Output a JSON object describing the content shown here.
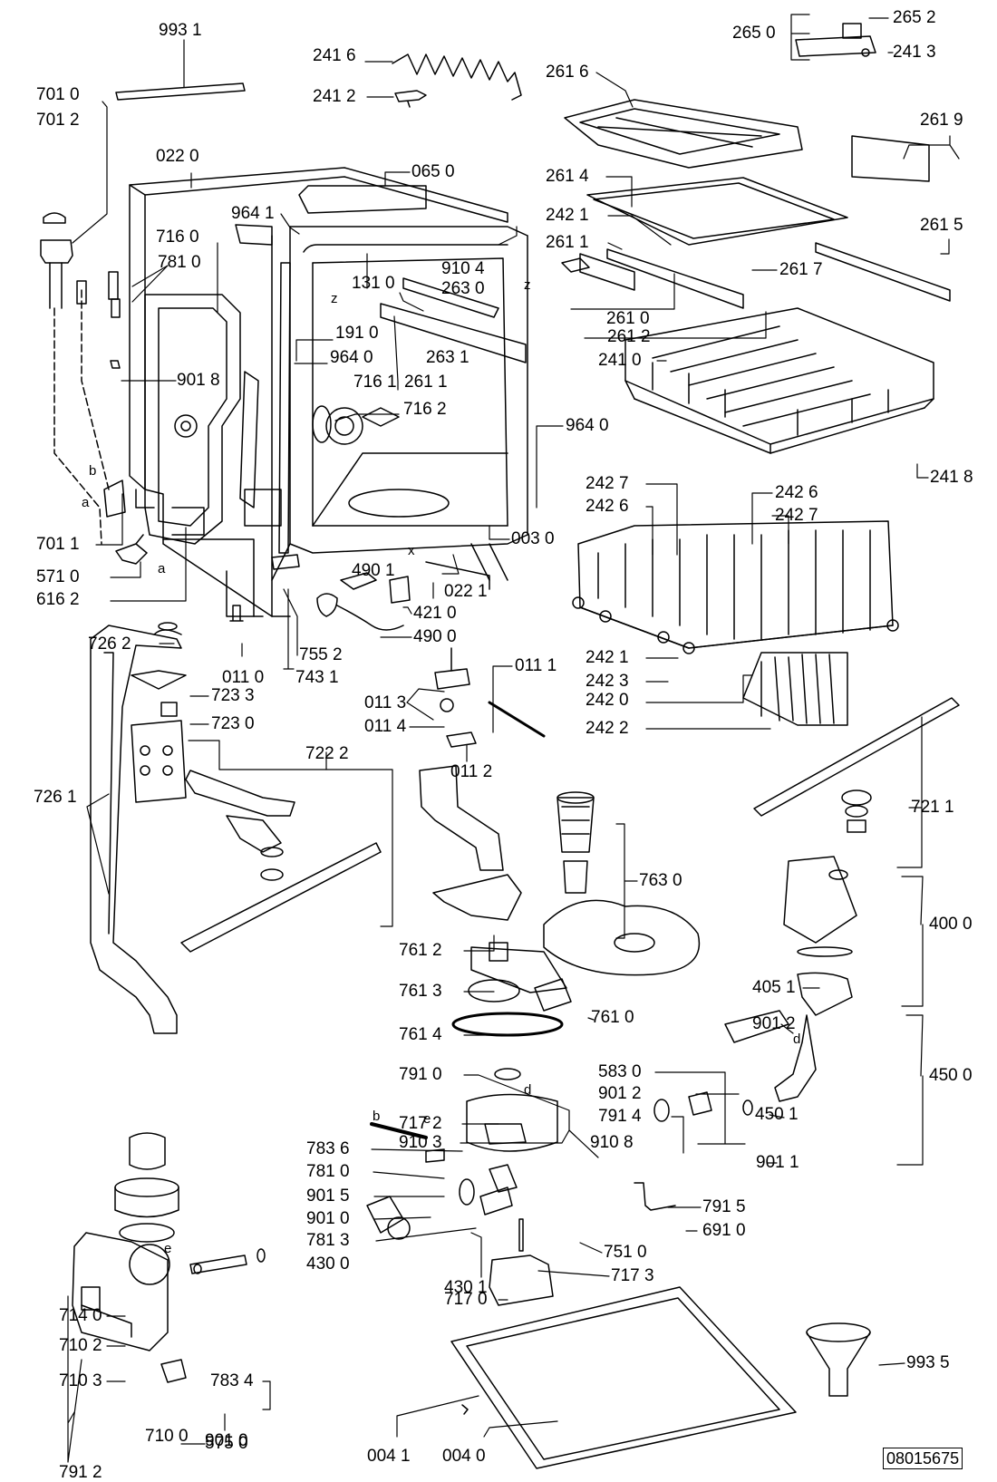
{
  "document_number": "08015675",
  "part_labels": [
    {
      "id": "l9931",
      "text": "993 1"
    },
    {
      "id": "l2416",
      "text": "241 6"
    },
    {
      "id": "l2412",
      "text": "241 2"
    },
    {
      "id": "l7010",
      "text": "701 0"
    },
    {
      "id": "l7012",
      "text": "701 2"
    },
    {
      "id": "l0220",
      "text": "022 0"
    },
    {
      "id": "l0650",
      "text": "065 0"
    },
    {
      "id": "l9641",
      "text": "964 1"
    },
    {
      "id": "l7160",
      "text": "716 0"
    },
    {
      "id": "l7810a",
      "text": "781 0"
    },
    {
      "id": "l1310",
      "text": "131 0"
    },
    {
      "id": "l9104",
      "text": "910 4"
    },
    {
      "id": "l2630",
      "text": "263 0"
    },
    {
      "id": "l1910",
      "text": "191 0"
    },
    {
      "id": "l9640a",
      "text": "964 0"
    },
    {
      "id": "l9018",
      "text": "901 8"
    },
    {
      "id": "l2631",
      "text": "263 1"
    },
    {
      "id": "l7161",
      "text": "716 1"
    },
    {
      "id": "l2611b",
      "text": "261 1"
    },
    {
      "id": "l7162",
      "text": "716 2"
    },
    {
      "id": "l9640b",
      "text": "964 0"
    },
    {
      "id": "l7011",
      "text": "701 1"
    },
    {
      "id": "l5710",
      "text": "571 0"
    },
    {
      "id": "l6162",
      "text": "616 2"
    },
    {
      "id": "l0030",
      "text": "003 0"
    },
    {
      "id": "l4901",
      "text": "490 1"
    },
    {
      "id": "l0221",
      "text": "022 1"
    },
    {
      "id": "l4210",
      "text": "421 0"
    },
    {
      "id": "l4900",
      "text": "490 0"
    },
    {
      "id": "l7552",
      "text": "755 2"
    },
    {
      "id": "l7431",
      "text": "743 1"
    },
    {
      "id": "l0110",
      "text": "011 0"
    },
    {
      "id": "l7262",
      "text": "726 2"
    },
    {
      "id": "l7233",
      "text": "723 3"
    },
    {
      "id": "l7230",
      "text": "723 0"
    },
    {
      "id": "l0111",
      "text": "011 1"
    },
    {
      "id": "l0113",
      "text": "011 3"
    },
    {
      "id": "l0114",
      "text": "011 4"
    },
    {
      "id": "l0112",
      "text": "011 2"
    },
    {
      "id": "l7222",
      "text": "722 2"
    },
    {
      "id": "l7261",
      "text": "726 1"
    },
    {
      "id": "l2650",
      "text": "265 0"
    },
    {
      "id": "l2652",
      "text": "265 2"
    },
    {
      "id": "l2413",
      "text": "241 3"
    },
    {
      "id": "l2616",
      "text": "261 6"
    },
    {
      "id": "l2619",
      "text": "261 9"
    },
    {
      "id": "l2614",
      "text": "261 4"
    },
    {
      "id": "l2421a",
      "text": "242 1"
    },
    {
      "id": "l2611a",
      "text": "261 1"
    },
    {
      "id": "l2615",
      "text": "261 5"
    },
    {
      "id": "l2617",
      "text": "261 7"
    },
    {
      "id": "l2610",
      "text": "261 0"
    },
    {
      "id": "l2612",
      "text": "261 2"
    },
    {
      "id": "l2410",
      "text": "241 0"
    },
    {
      "id": "l2418",
      "text": "241 8"
    },
    {
      "id": "l2427a",
      "text": "242 7"
    },
    {
      "id": "l2426a",
      "text": "242 6"
    },
    {
      "id": "l2426b",
      "text": "242 6"
    },
    {
      "id": "l2427b",
      "text": "242 7"
    },
    {
      "id": "l2421b",
      "text": "242 1"
    },
    {
      "id": "l2423",
      "text": "242 3"
    },
    {
      "id": "l2420",
      "text": "242 0"
    },
    {
      "id": "l2422",
      "text": "242 2"
    },
    {
      "id": "l7211",
      "text": "721 1"
    },
    {
      "id": "l7630",
      "text": "763 0"
    },
    {
      "id": "l4000",
      "text": "400 0"
    },
    {
      "id": "l7612",
      "text": "761 2"
    },
    {
      "id": "l7613",
      "text": "761 3"
    },
    {
      "id": "l7610",
      "text": "761 0"
    },
    {
      "id": "l4051",
      "text": "405 1"
    },
    {
      "id": "l7614",
      "text": "761 4"
    },
    {
      "id": "l9012a",
      "text": "901 2"
    },
    {
      "id": "l4500",
      "text": "450 0"
    },
    {
      "id": "l7910",
      "text": "791 0"
    },
    {
      "id": "l5830",
      "text": "583 0"
    },
    {
      "id": "l9012b",
      "text": "901 2"
    },
    {
      "id": "l4501",
      "text": "450 1"
    },
    {
      "id": "l7914",
      "text": "791 4"
    },
    {
      "id": "l7172",
      "text": "717 2"
    },
    {
      "id": "l9103",
      "text": "910 3"
    },
    {
      "id": "l9108",
      "text": "910 8"
    },
    {
      "id": "l7836",
      "text": "783 6"
    },
    {
      "id": "l7810b",
      "text": "781 0"
    },
    {
      "id": "l9011",
      "text": "901 1"
    },
    {
      "id": "l9015",
      "text": "901 5"
    },
    {
      "id": "l9010a",
      "text": "901 0"
    },
    {
      "id": "l7915",
      "text": "791 5"
    },
    {
      "id": "l6910",
      "text": "691 0"
    },
    {
      "id": "l7813",
      "text": "781 3"
    },
    {
      "id": "l7510",
      "text": "751 0"
    },
    {
      "id": "l4300",
      "text": "430 0"
    },
    {
      "id": "l7173",
      "text": "717 3"
    },
    {
      "id": "l4301",
      "text": "430 1"
    },
    {
      "id": "l7170",
      "text": "717 0"
    },
    {
      "id": "l7140",
      "text": "714 0"
    },
    {
      "id": "l7102",
      "text": "710 2"
    },
    {
      "id": "l7103",
      "text": "710 3"
    },
    {
      "id": "l7834",
      "text": "783 4"
    },
    {
      "id": "l9010b",
      "text": "901 0"
    },
    {
      "id": "l7912",
      "text": "791 2"
    },
    {
      "id": "l5750",
      "text": "575 0"
    },
    {
      "id": "l7100",
      "text": "710 0"
    },
    {
      "id": "l9935",
      "text": "993 5"
    },
    {
      "id": "l0041",
      "text": "004 1"
    },
    {
      "id": "l0040",
      "text": "004 0"
    }
  ],
  "connection_letters": [
    {
      "id": "lb1",
      "text": "b"
    },
    {
      "id": "la1",
      "text": "a"
    },
    {
      "id": "la2",
      "text": "a"
    },
    {
      "id": "lx1",
      "text": "x"
    },
    {
      "id": "lz1",
      "text": "z"
    },
    {
      "id": "lz2",
      "text": "z"
    },
    {
      "id": "lb2",
      "text": "b"
    },
    {
      "id": "le1",
      "text": "e"
    },
    {
      "id": "le2",
      "text": "e"
    },
    {
      "id": "ld1",
      "text": "d"
    },
    {
      "id": "ld2",
      "text": "d"
    }
  ]
}
